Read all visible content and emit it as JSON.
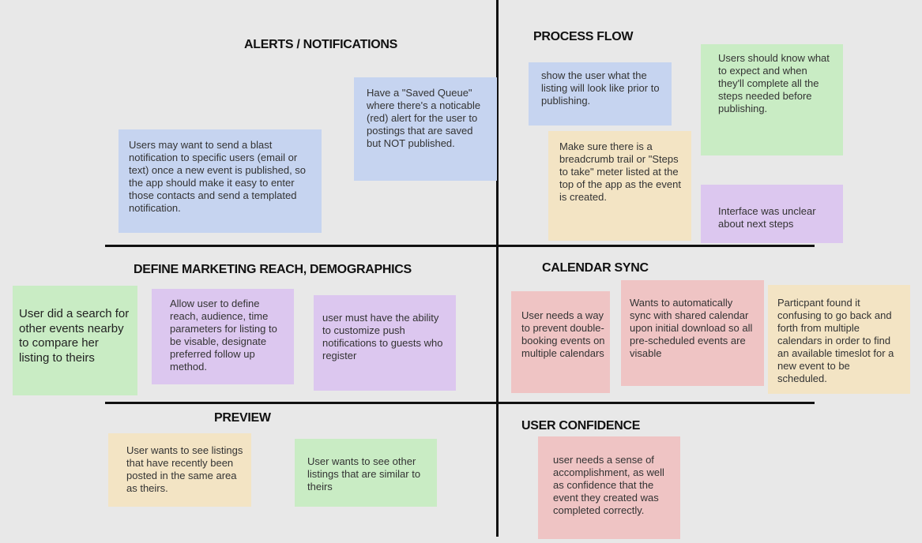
{
  "headings": {
    "alerts": "ALERTS / NOTIFICATIONS",
    "process": "PROCESS FLOW",
    "marketing": "DEFINE MARKETING REACH, DEMOGRAPHICS",
    "calendar": "CALENDAR SYNC",
    "preview": "PREVIEW",
    "confidence": "USER CONFIDENCE"
  },
  "notes": {
    "saved_queue": "Have a \"Saved Queue\" where there's a noticable (red) alert for the user to postings that are saved but NOT published.",
    "blast": "Users may want to send a blast notification to specific users (email or text) once a new event is published, so the app should make it easy to enter those contacts and send a templated notification.",
    "show_listing": "show the user what the listing will look like prior to publishing.",
    "know_expect": "Users should know what to expect and when they'll complete all the steps needed before publishing.",
    "breadcrumb": "Make sure there is a breadcrumb trail or \"Steps to take\" meter listed at the top of the app as the event is created.",
    "unclear": "Interface was unclear about next steps",
    "search_events": "User did a search for other events nearby to compare her listing to theirs",
    "define_reach": "Allow user to define reach, audience, time parameters for listing to be visable, designate preferred follow up method.",
    "push": "user must have the ability to customize push notifications to guests who register",
    "double_booking": "User needs a way to prevent double-booking events on multiple calendars",
    "auto_sync": "Wants to automatically sync with shared calendar upon initial download so all pre-scheduled events are visable",
    "confusing": "Particpant found it confusing to go back and forth from multiple calendars in order to find an available timeslot for a new event to be scheduled.",
    "recent_listings": "User wants to see listings that have recently been posted in the same area as theirs.",
    "similar_listings": "User wants to see other listings that are similar to theirs",
    "accomplishment": "user needs a sense of accomplishment, as well as confidence that the event they created was completed correctly."
  },
  "colors": {
    "blue": "#c6d4f0",
    "green": "#c9ecc4",
    "yellow": "#f3e4c4",
    "purple": "#dcc7ef",
    "red": "#efc4c4",
    "lines": "#111111",
    "background": "#e8e8e8"
  }
}
